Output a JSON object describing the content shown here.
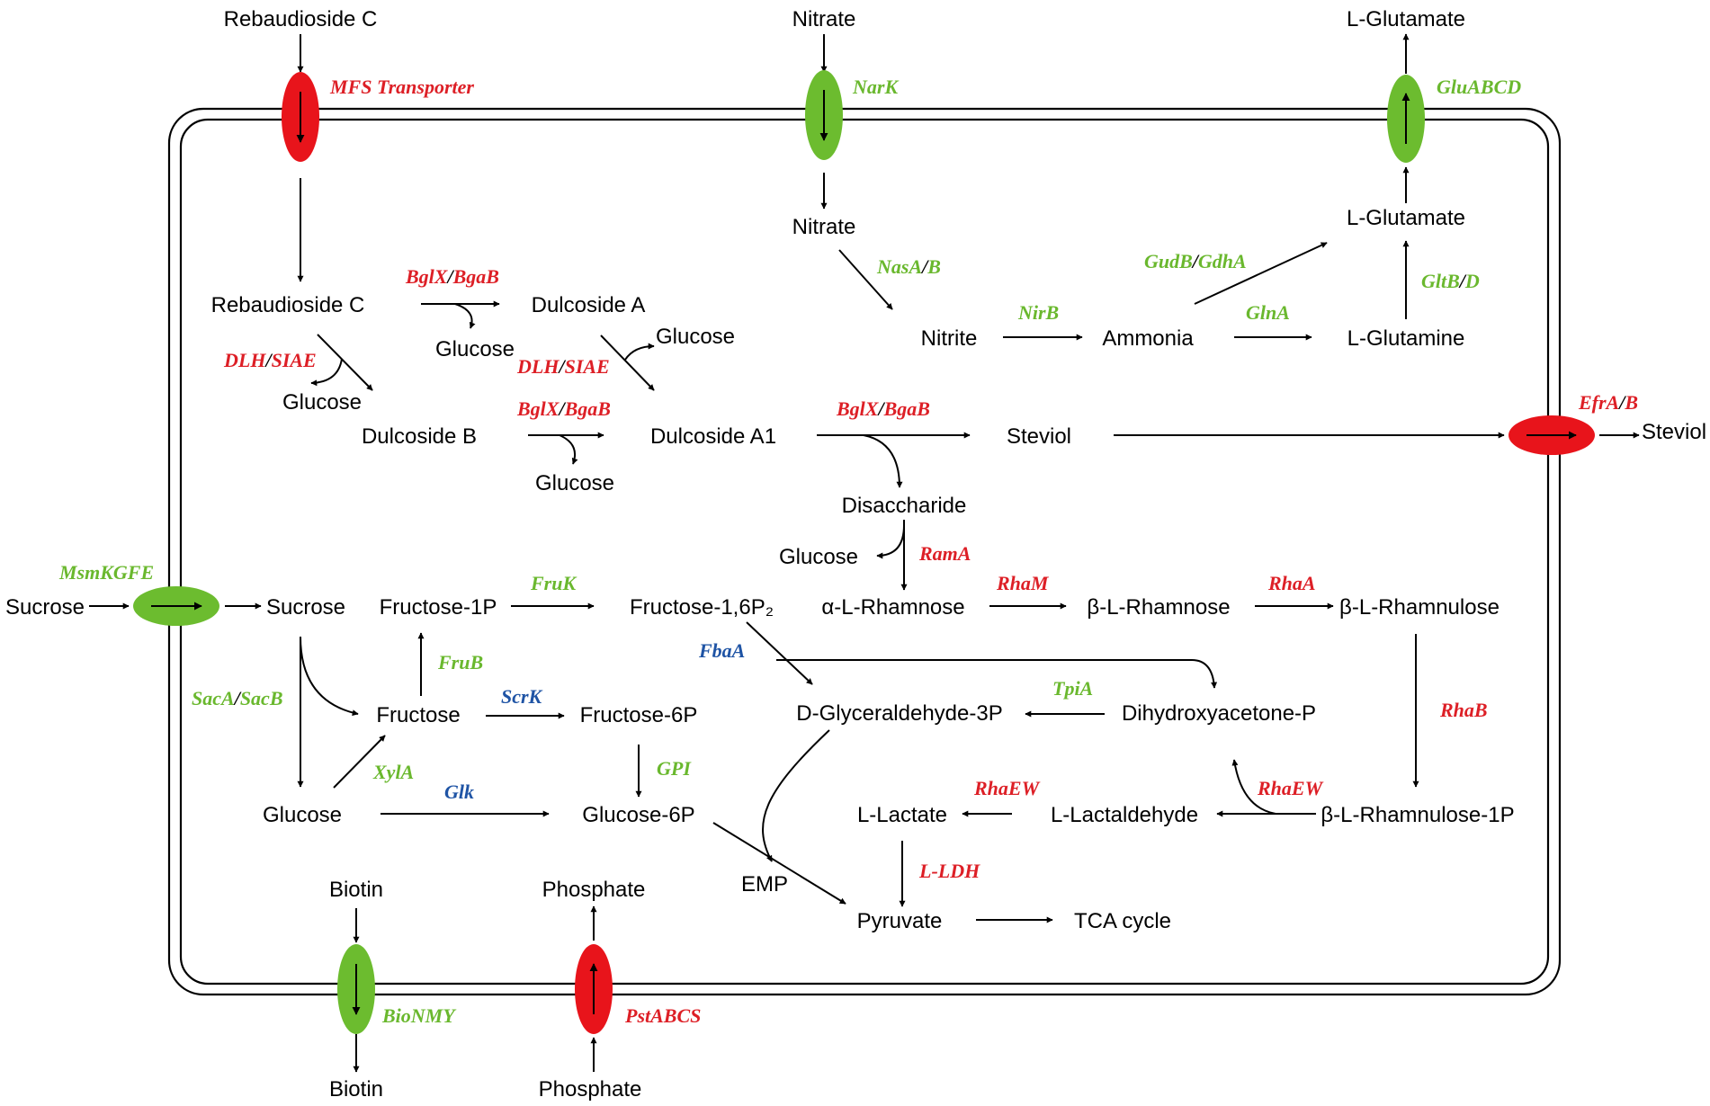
{
  "colors": {
    "red": "#dd1f26",
    "green": "#6ab82e",
    "blue": "#1f54a5",
    "black": "#000000",
    "transporter_red": "#e8141b",
    "transporter_green": "#6cbc2f"
  },
  "separator": "/",
  "molecules": {
    "reb_c_out": "Rebaudioside C",
    "reb_c_in": "Rebaudioside C",
    "nitrate_out": "Nitrate",
    "nitrate_in": "Nitrate",
    "lglutamate_out": "L-Glutamate",
    "lglutamate_in": "L-Glutamate",
    "lglutamine": "L-Glutamine",
    "nitrite": "Nitrite",
    "ammonia": "Ammonia",
    "dulcoside_a": "Dulcoside A",
    "dulcoside_b": "Dulcoside B",
    "dulcoside_a1": "Dulcoside A1",
    "glucose_1": "Glucose",
    "glucose_2": "Glucose",
    "glucose_3": "Glucose",
    "glucose_4": "Glucose",
    "glucose_5": "Glucose",
    "glucose_6": "Glucose",
    "steviol_in": "Steviol",
    "steviol_out": "Steviol",
    "disaccharide": "Disaccharide",
    "sucrose_out": "Sucrose",
    "sucrose_in": "Sucrose",
    "fructose_1p": "Fructose-1P",
    "fructose_16p2": "Fructose-1,6P₂",
    "fructose": "Fructose",
    "fructose_6p": "Fructose-6P",
    "glucose_6p": "Glucose-6P",
    "alpha_rhamnose": "α-L-Rhamnose",
    "beta_rhamnose": "β-L-Rhamnose",
    "beta_rhamnulose": "β-L-Rhamnulose",
    "beta_rhamnulose_1p": "β-L-Rhamnulose-1P",
    "g3p": "D-Glyceraldehyde-3P",
    "dhap": "Dihydroxyacetone-P",
    "l_lactate": "L-Lactate",
    "l_lactaldehyde": "L-Lactaldehyde",
    "emp": "EMP",
    "pyruvate": "Pyruvate",
    "tca": "TCA cycle",
    "biotin_out": "Biotin",
    "biotin_in": "Biotin",
    "phosphate_in": "Phosphate",
    "phosphate_out": "Phosphate"
  },
  "enzymes": {
    "mfs": "MFS Transporter",
    "nark": "NarK",
    "gluabcd": "GluABCD",
    "nasa": "NasA",
    "nasb": "B",
    "nirb": "NirB",
    "glna": "GlnA",
    "gudb": "GudB",
    "gdha": "GdhA",
    "gltb": "GltB",
    "gltd": "D",
    "bglx_1": "BglX",
    "bgab_1": "BgaB",
    "bglx_2": "BglX",
    "bgab_2": "BgaB",
    "bglx_3": "BglX",
    "bgab_3": "BgaB",
    "dlh_1": "DLH",
    "siae_1": "SIAE",
    "dlh_2": "DLH",
    "siae_2": "SIAE",
    "efra": "EfrA",
    "efrb": "B",
    "rama": "RamA",
    "msmkgfe": "MsmKGFE",
    "fruk": "FruK",
    "rham": "RhaM",
    "rhaa": "RhaA",
    "fbaa": "FbaA",
    "frub": "FruB",
    "scrk": "ScrK",
    "tpia": "TpiA",
    "rhab": "RhaB",
    "saca": "SacA",
    "sacb": "SacB",
    "xyla": "XylA",
    "gpi": "GPI",
    "glk": "Glk",
    "rhaew_1": "RhaEW",
    "rhaew_2": "RhaEW",
    "lldh": "L-LDH",
    "bionmy": "BioNMY",
    "pstabcs": "PstABCS"
  }
}
